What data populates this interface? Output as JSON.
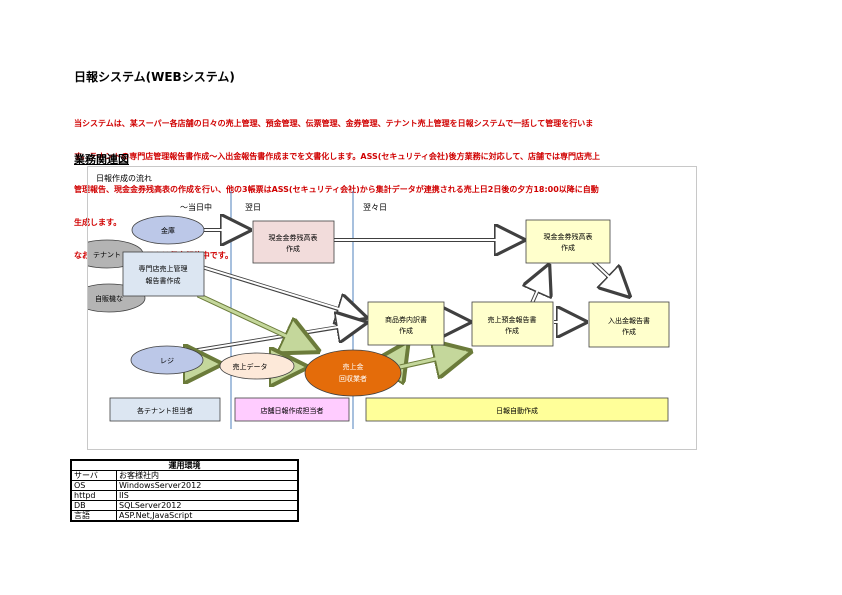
{
  "page": {
    "title": "日報システム(WEBシステム)",
    "description_lines": [
      "当システムは、某スーパー各店舗の日々の売上管理、預金管理、伝票管理、金券管理、テナント売上管理を日報システムで一括して管理を行いま",
      "す。テナントの専門店管理報告書作成～入出金報告書作成までを文書化します。ASS(セキュリティ会社)後方業務に対応して、店舗では専門店売上",
      "管理報告、現金金券残高表の作成を行い、他の3帳票はASS(セキュリティ会社)から集計データが連携される売上日2日後の夕方18:00以降に自動",
      "生成します。",
      "なお、現在、当システムは保守契約中です。"
    ],
    "section_title": "業務関連図"
  },
  "diagram": {
    "title": "日報作成の流れ",
    "columns": [
      "～当日中",
      "翌日",
      "翌々日"
    ],
    "nodes": {
      "kinko": "金庫",
      "tenant": "テナント",
      "jihanki": "自販機な",
      "regi": "レジ",
      "uriage_data": "売上データ",
      "kaishu": [
        "売上金",
        "回収業者"
      ],
      "senmonten": [
        "専門店売上管理",
        "報告書作成"
      ],
      "genkin1": [
        "現金金券残高表",
        "作成"
      ],
      "genkin2": [
        "現金金券残高表",
        "作成"
      ],
      "shohinken": [
        "商品券内訳書",
        "作成"
      ],
      "uriage_yokin": [
        "売上預金報告書",
        "作成"
      ],
      "nyushukkin": [
        "入出金報告書",
        "作成"
      ]
    },
    "lanes": {
      "tenant_staff": "各テナント担当者",
      "store_staff": "店舗日報作成担当者",
      "auto": "日報自動作成"
    },
    "colors": {
      "ellipse_blue": "#bcc8e8",
      "ellipse_gray": "#b4b4b4",
      "box_pink": "#f2dcdb",
      "box_blue": "#dce6f2",
      "box_yellow": "#ffffcc",
      "ellipse_peach": "#fde9d9",
      "ellipse_orange": "#e46c0a",
      "lane_blue": "#dce6f2",
      "lane_pink": "#ffccff",
      "lane_yellow": "#ffff99",
      "arrow_green": "#c4d79b"
    }
  },
  "environment": {
    "title": "運用環境",
    "rows": [
      {
        "key": "サーバ",
        "value": "お客様社内"
      },
      {
        "key": "OS",
        "value": "WindowsServer2012"
      },
      {
        "key": "httpd",
        "value": "IIS"
      },
      {
        "key": "DB",
        "value": "SQLServer2012"
      },
      {
        "key": "言語",
        "value": "ASP.Net,JavaScript"
      }
    ]
  }
}
